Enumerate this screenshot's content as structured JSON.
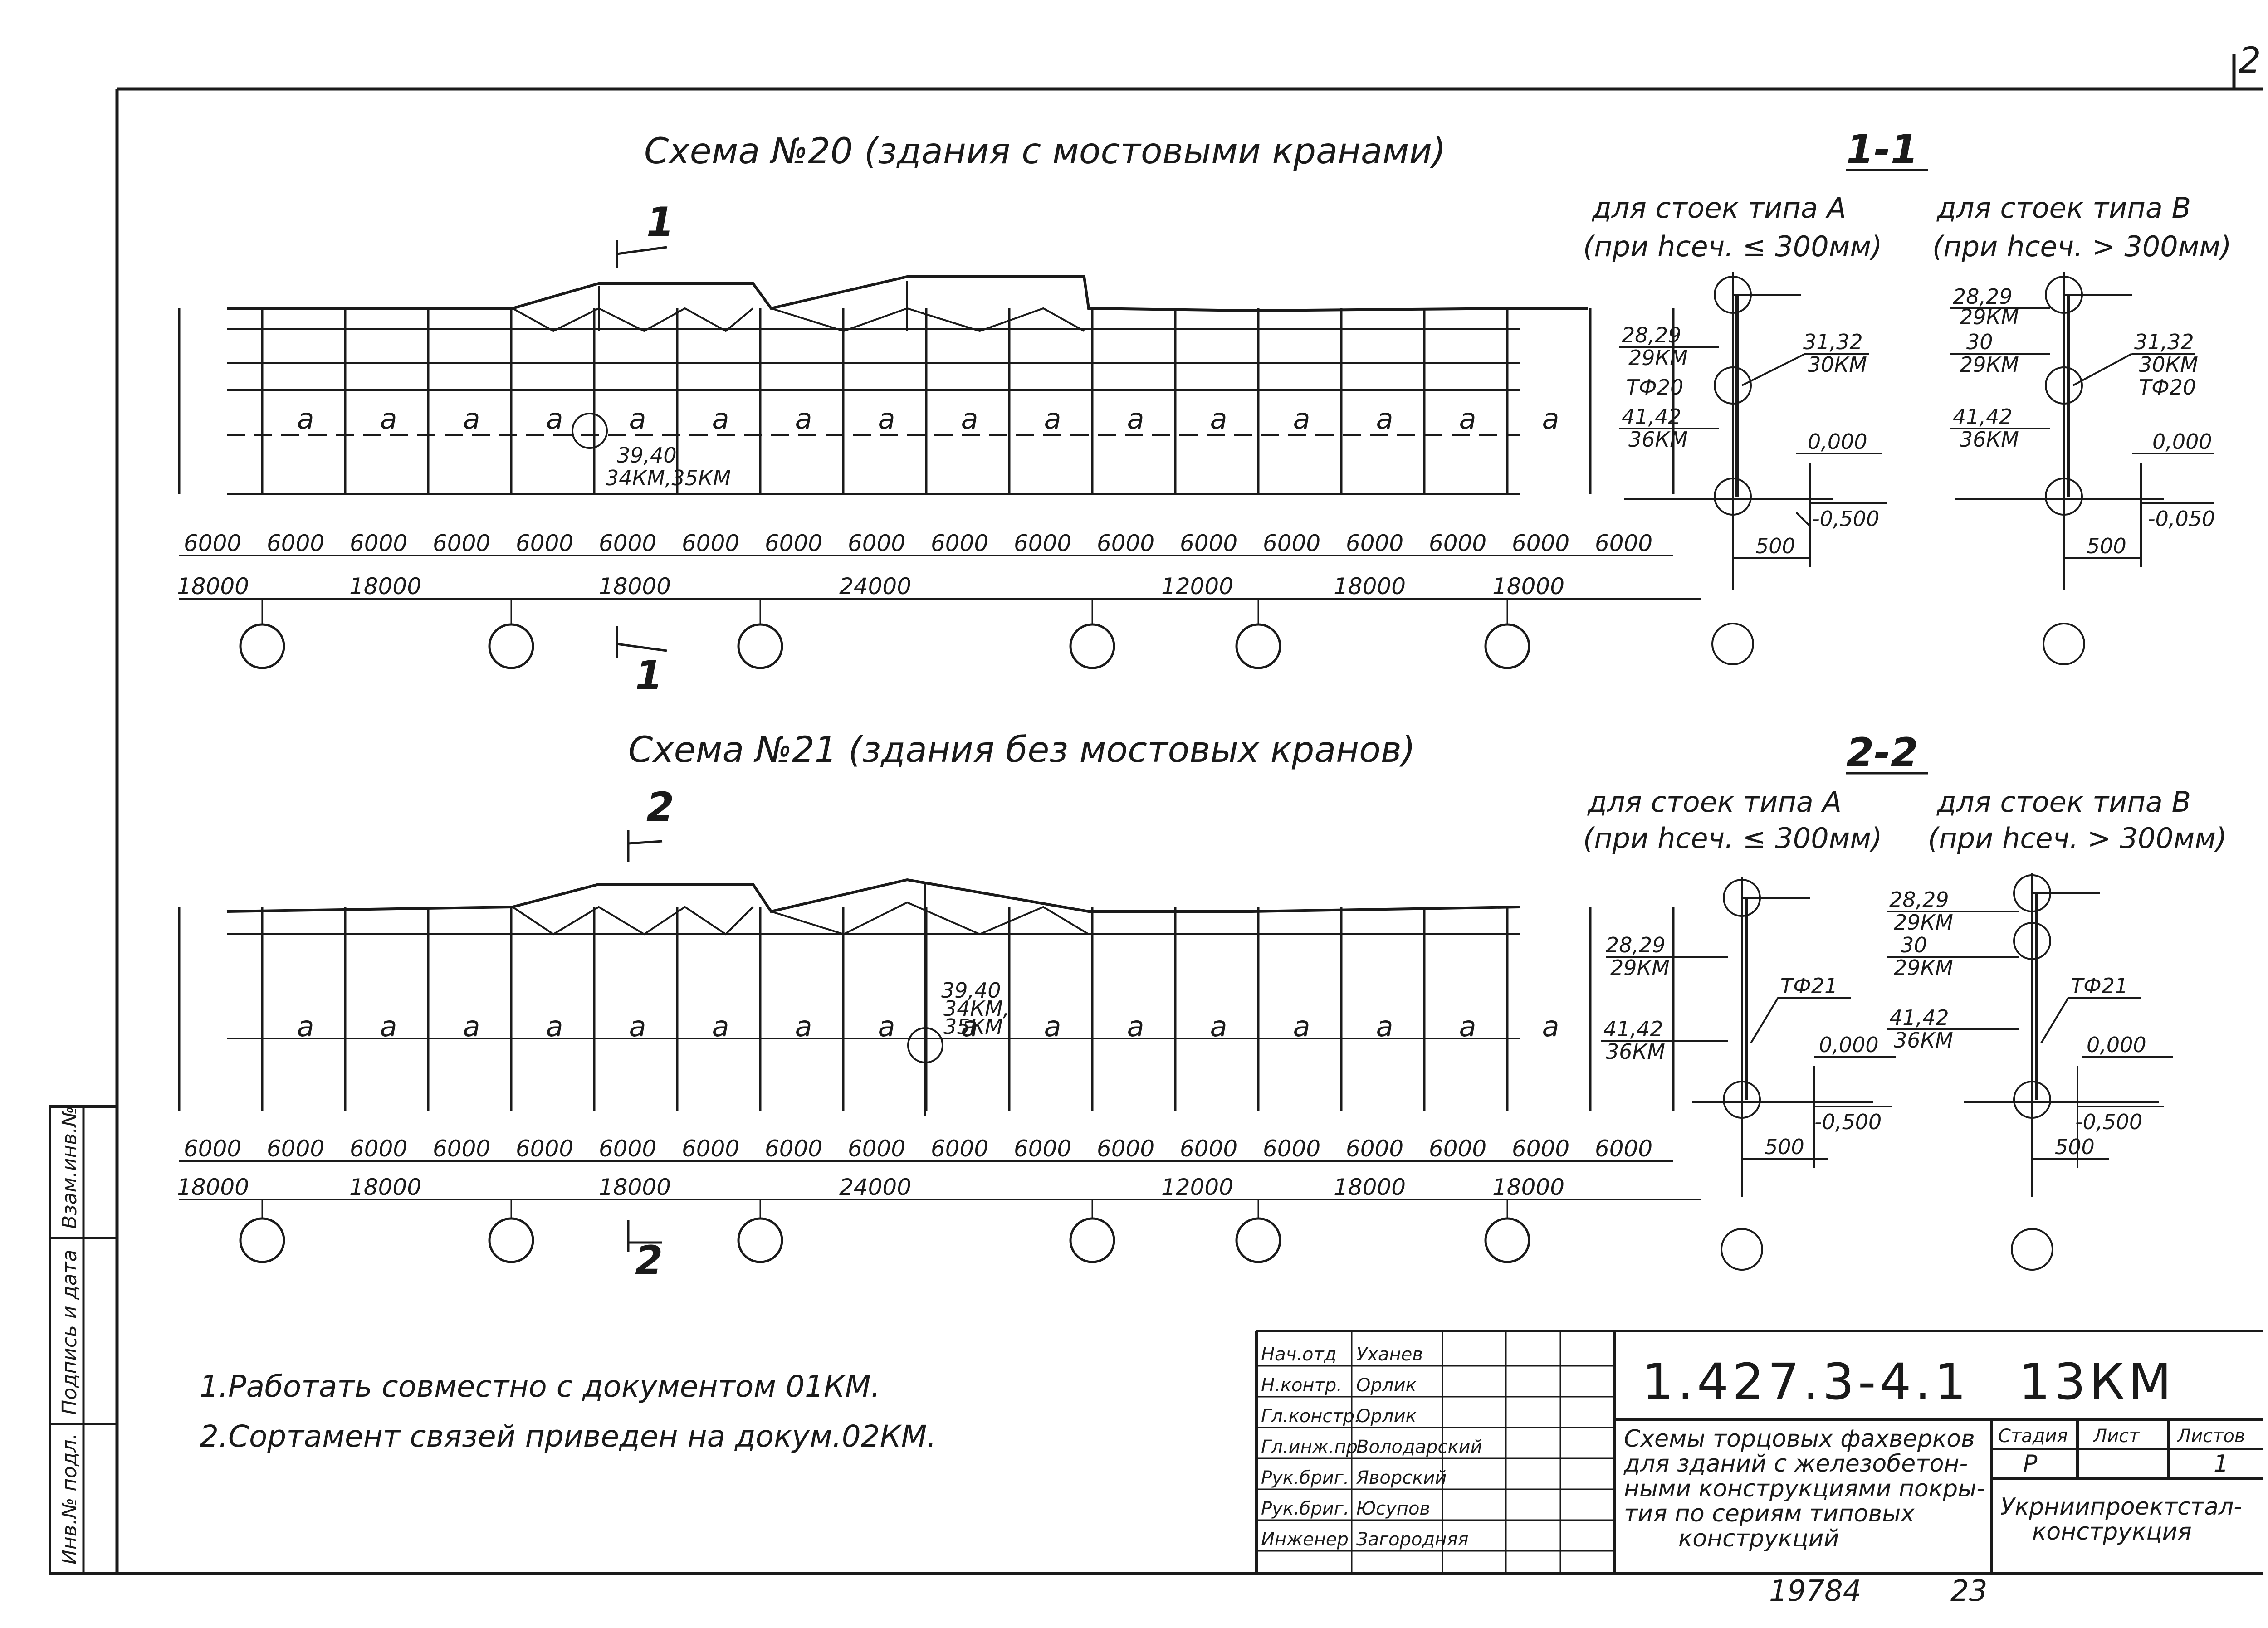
{
  "sheet": {
    "number": "2",
    "stamp": "19784",
    "page": "23"
  },
  "scheme20": {
    "title": "Схема №20 (здания с мостовыми кранами)",
    "section_label": "1",
    "panel_mark": "а",
    "callout_top": "39,40",
    "callout_bottom": "34КМ,35КМ",
    "bays": [
      "6000",
      "6000",
      "6000",
      "6000",
      "6000",
      "6000",
      "6000",
      "6000",
      "6000",
      "6000",
      "6000",
      "6000",
      "6000",
      "6000",
      "6000",
      "6000",
      "6000",
      "6000"
    ],
    "spans": [
      "18000",
      "18000",
      "18000",
      "24000",
      "12000",
      "18000",
      "18000"
    ]
  },
  "scheme21": {
    "title": "Схема №21 (здания без мостовых кранов)",
    "section_label": "2",
    "panel_mark": "а",
    "callout_top": "39,40",
    "callout_mid": "34КМ,",
    "callout_bottom": "35КМ",
    "bays": [
      "6000",
      "6000",
      "6000",
      "6000",
      "6000",
      "6000",
      "6000",
      "6000",
      "6000",
      "6000",
      "6000",
      "6000",
      "6000",
      "6000",
      "6000",
      "6000",
      "6000",
      "6000"
    ],
    "spans": [
      "18000",
      "18000",
      "18000",
      "24000",
      "12000",
      "18000",
      "18000"
    ]
  },
  "section11": {
    "title": "1-1",
    "colA": {
      "heading": "для стоек типа А",
      "cond": "(при hсеч. ≤ 300мм)",
      "l1t": "28,29",
      "l1b": "29КМ",
      "l2t": "31,32",
      "l2b": "30КМ",
      "l3": "ТФ20",
      "l4t": "41,42",
      "l4b": "36КМ",
      "lev1": "0,000",
      "lev2": "-0,500",
      "w": "500"
    },
    "colB": {
      "heading": "для стоек типа В",
      "cond": "(при hсеч. > 300мм)",
      "l1t": "28,29",
      "l1b": "29КМ",
      "l5t": "30",
      "l5b": "29КМ",
      "l2t": "31,32",
      "l2b": "30КМ",
      "l3": "ТФ20",
      "l4t": "41,42",
      "l4b": "36КМ",
      "lev1": "0,000",
      "lev2": "-0,050",
      "w": "500"
    }
  },
  "section22": {
    "title": "2-2",
    "colA": {
      "heading": "для стоек типа А",
      "cond": "(при hсеч. ≤ 300мм)",
      "l1t": "28,29",
      "l1b": "29КМ",
      "l3": "ТФ21",
      "l4t": "41,42",
      "l4b": "36КМ",
      "lev1": "0,000",
      "lev2": "-0,500",
      "w": "500"
    },
    "colB": {
      "heading": "для стоек типа В",
      "cond": "(при hсеч. > 300мм)",
      "l1t": "28,29",
      "l1b": "29КМ",
      "l5t": "30",
      "l5b": "29КМ",
      "l3": "ТФ21",
      "l4t": "41,42",
      "l4b": "36КМ",
      "lev1": "0,000",
      "lev2": "-0,500",
      "w": "500"
    }
  },
  "notes": [
    "1.Работать совместно с документом 01КМ.",
    "2.Сортамент связей приведен на докум.02КМ."
  ],
  "side_stamp": [
    "Инв.№ подл.",
    "Подпись и дата",
    "Взам.инв.№"
  ],
  "title_block": {
    "code": "1.427.3-4.1",
    "doc": "13КМ",
    "roles": [
      "Нач.отд",
      "Н.контр.",
      "Гл.констр.",
      "Гл.инж.пр.",
      "Рук.бриг.",
      "Рук.бриг.",
      "Инженер"
    ],
    "names": [
      "Уханев",
      "Орлик",
      "Орлик",
      "Володарский",
      "Яворский",
      "Юсупов",
      "Загородняя"
    ],
    "description": [
      "Схемы торцовых фахверков",
      "для зданий с железобетон-",
      "ными конструкциями покры-",
      "тия по сериям типовых",
      "конструкций"
    ],
    "headers": [
      "Стадия",
      "Лист",
      "Листов"
    ],
    "stage": "Р",
    "sheet": "",
    "sheets": "1",
    "org": [
      "Укрниипроектстал-",
      "конструкция"
    ]
  }
}
